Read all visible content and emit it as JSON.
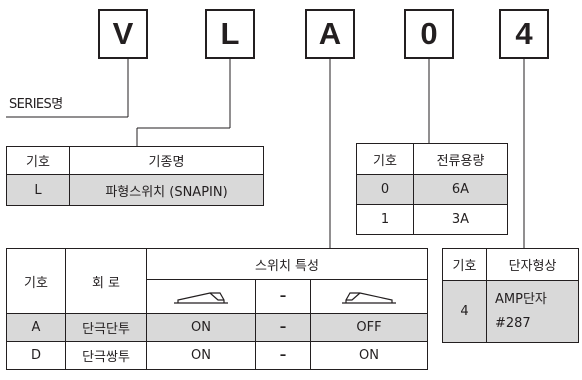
{
  "code_letters": [
    "V",
    "L",
    "A",
    "0",
    "4"
  ],
  "series_label": "SERIES명",
  "type_table": {
    "headers": [
      "기호",
      "기종명"
    ],
    "rows": [
      [
        "L",
        "파형스위치 (SNAPIN)"
      ]
    ]
  },
  "current_table": {
    "headers": [
      "기호",
      "전류용량"
    ],
    "rows": [
      [
        "0",
        "6A"
      ],
      [
        "1",
        "3A"
      ]
    ]
  },
  "terminal_table": {
    "headers": [
      "기호",
      "단자형상"
    ],
    "rows": [
      [
        "4",
        "AMP단자",
        "#287"
      ]
    ]
  },
  "switch_table": {
    "headers": [
      "기호",
      "회 로",
      "스위치 특성"
    ],
    "dash": "–",
    "rows": [
      [
        "A",
        "단극단투",
        "ON",
        "–",
        "OFF"
      ],
      [
        "D",
        "단극쌍투",
        "ON",
        "–",
        "ON"
      ]
    ]
  },
  "colors": {
    "line": "#231f20",
    "shade": "#d9d9d9"
  }
}
